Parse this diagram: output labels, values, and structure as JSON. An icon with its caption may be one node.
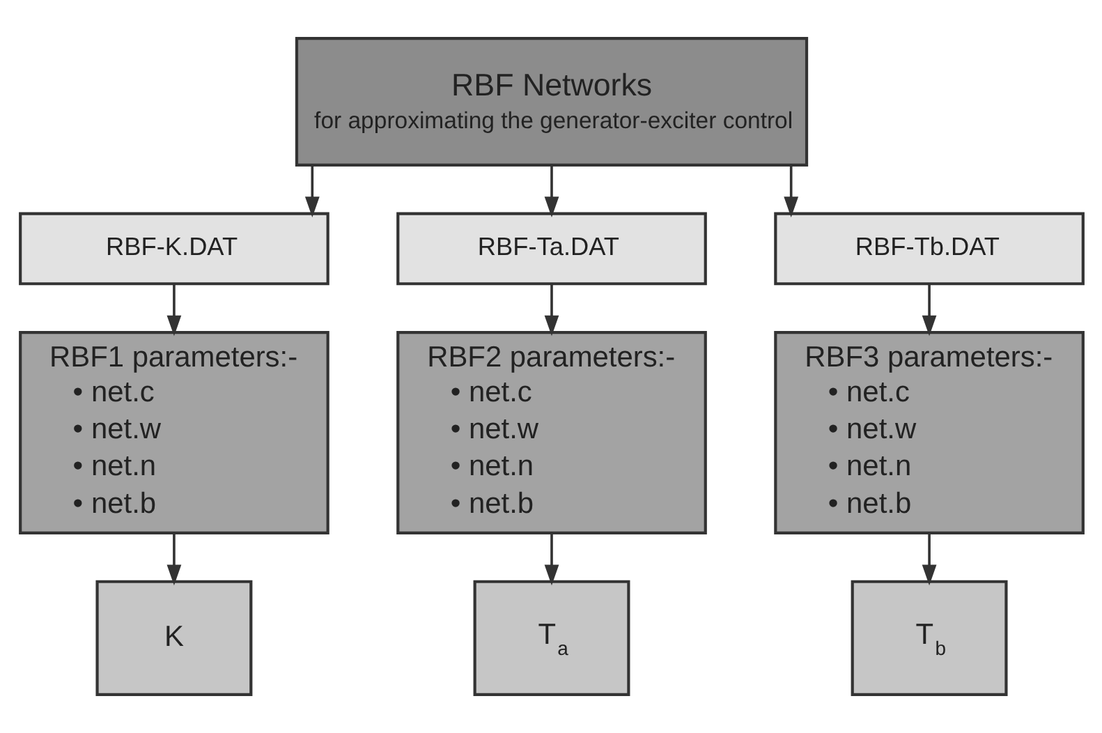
{
  "diagram": {
    "nodes": [
      {
        "text": [
          "RBF Networks",
          "for approximating the generator-exciter control"
        ]
      },
      {
        "text": [
          "RBF-K.DAT"
        ]
      },
      {
        "text": [
          "RBF-Ta.DAT"
        ]
      },
      {
        "text": [
          "RBF-Tb.DAT"
        ]
      },
      {
        "text": [
          "RBF1 parameters:-",
          "• net.c",
          "• net.w",
          "• net.n",
          "• net.b"
        ]
      },
      {
        "text": [
          "RBF2 parameters:-",
          "• net.c",
          "• net.w",
          "• net.n",
          "• net.b"
        ]
      },
      {
        "text": [
          "RBF3 parameters:-",
          "• net.c",
          "• net.w",
          "• net.n",
          "• net.b"
        ]
      },
      {
        "text": [
          "K"
        ]
      },
      {
        "text": [
          "T$_{a}$"
        ]
      },
      {
        "text": [
          "T$_{b}$"
        ]
      }
    ],
    "edges": [
      {
        "from": 0,
        "to": 1,
        "arrow": "to"
      },
      {
        "from": 0,
        "to": 2,
        "arrow": "to"
      },
      {
        "from": 0,
        "to": 3,
        "arrow": "to"
      },
      {
        "from": 1,
        "to": 4,
        "arrow": "to"
      },
      {
        "from": 2,
        "to": 5,
        "arrow": "to"
      },
      {
        "from": 3,
        "to": 6,
        "arrow": "to"
      },
      {
        "from": 4,
        "to": 7,
        "arrow": "to"
      },
      {
        "from": 5,
        "to": 8,
        "arrow": "to"
      },
      {
        "from": 6,
        "to": 9,
        "arrow": "to"
      }
    ]
  }
}
